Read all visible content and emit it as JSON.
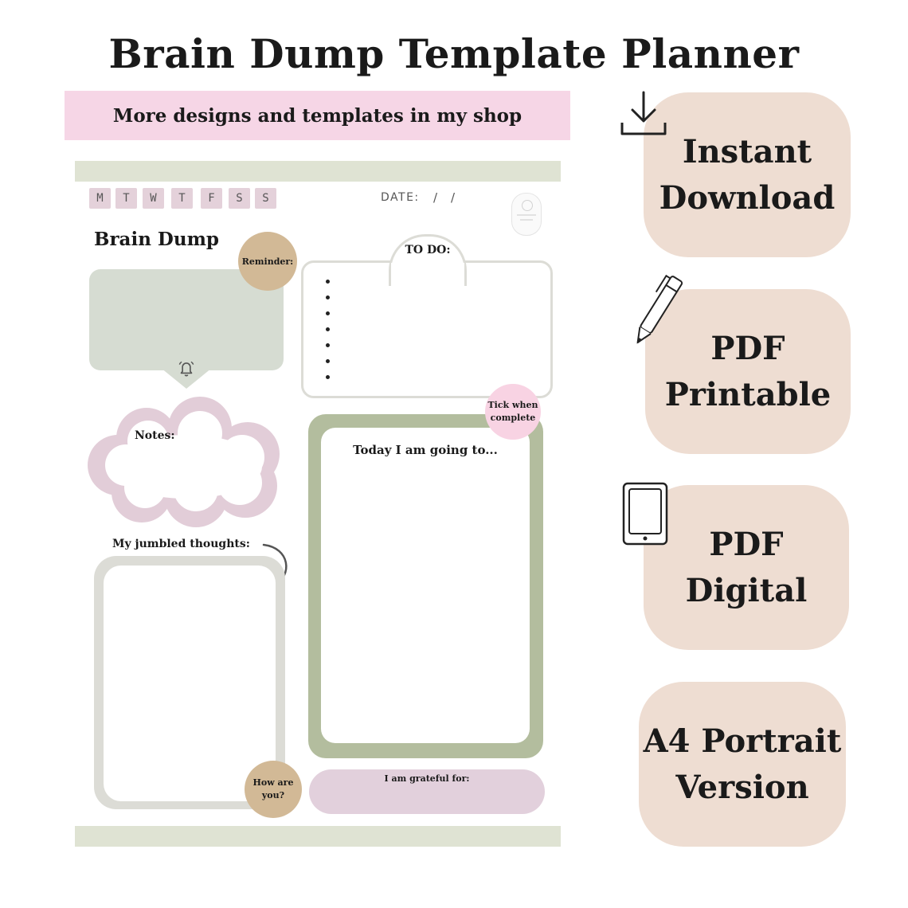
{
  "title": "Brain Dump Template Planner",
  "shop_banner": "More designs and templates in my shop",
  "planner": {
    "days": [
      "M",
      "T",
      "W",
      "T",
      "F",
      "S",
      "S"
    ],
    "date_label": "DATE:",
    "date_sep": "/",
    "brain_dump_title": "Brain Dump",
    "reminder_label": "Reminder:",
    "todo_label": "TO DO:",
    "tick_label_1": "Tick when",
    "tick_label_2": "complete",
    "notes_label": "Notes:",
    "today_label": "Today I am going to...",
    "jumbled_label": "My jumbled thoughts:",
    "howare_1": "How are",
    "howare_2": "you?",
    "grateful_label": "I am grateful for:"
  },
  "features": [
    {
      "icon": "download-icon",
      "line1": "Instant",
      "line2": "Download"
    },
    {
      "icon": "pen-icon",
      "line1": "PDF",
      "line2": "Printable"
    },
    {
      "icon": "tablet-icon",
      "line1": "PDF",
      "line2": "Digital"
    },
    {
      "icon": "",
      "line1": "A4 Portrait",
      "line2": "Version"
    }
  ],
  "colors": {
    "pink": "#f6d6e6",
    "sage": "#b3bd9e",
    "tan": "#d2b996",
    "mauve": "#e2d0dc",
    "feature_bg": "#eeddd2"
  }
}
